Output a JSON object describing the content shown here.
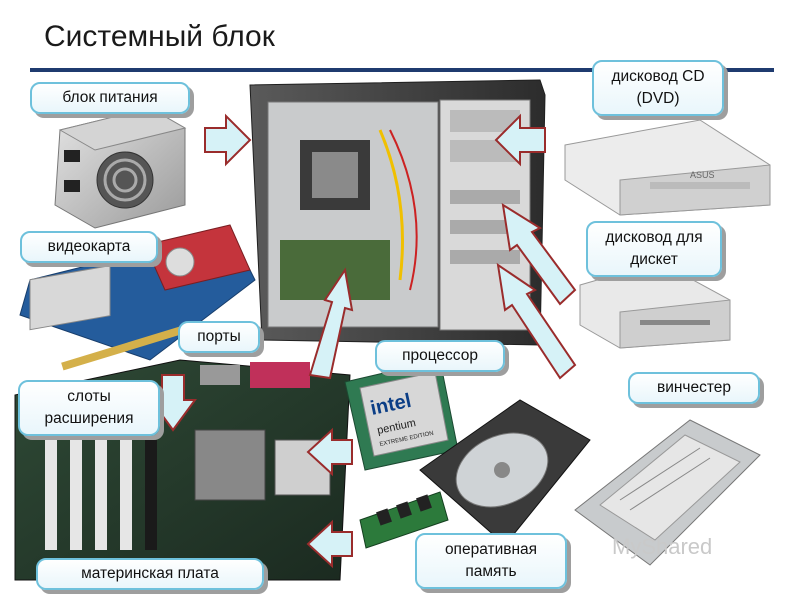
{
  "title": "Системный блок",
  "labels": {
    "psu": "блок питания",
    "cd_drive": "дисковод CD (DVD)",
    "floppy": "дисковод для дискет",
    "gpu": "видеокарта",
    "ports": "порты",
    "cpu": "процессор",
    "hdd": "винчестер",
    "slots": "слоты расширения",
    "motherboard": "материнская плата",
    "ram": "оперативная память"
  },
  "chip": {
    "brand": "intel",
    "model": "pentium",
    "edition": "EXTREME EDITION"
  },
  "drive_brand": "ASUS",
  "watermark": "MyShared",
  "colors": {
    "accent": "#1f3b6f",
    "callout_border": "#6ec1dc",
    "arrow_fill": "#d6f2f7"
  }
}
